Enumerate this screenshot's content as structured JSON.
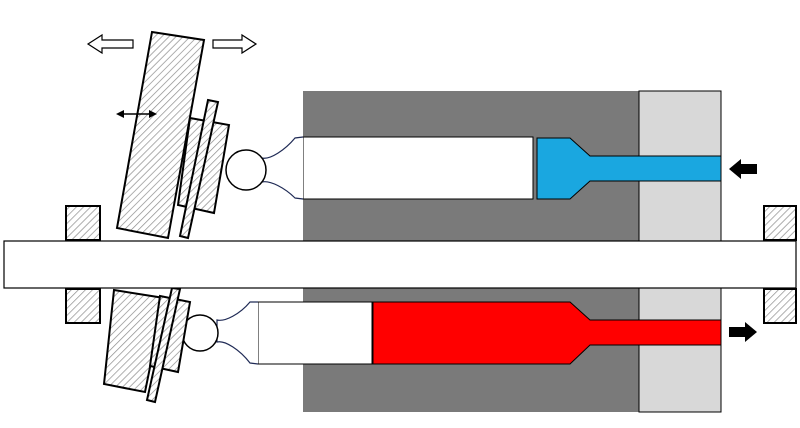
{
  "colors": {
    "background": "#ffffff",
    "cylinder_block": "#7a7a7a",
    "cylinder_cap": "#d8d8d8",
    "shaft_fill": "#ffffff",
    "hatch_bg": "#ffffff",
    "hatch_line": "#8c8c8c",
    "suction_fluid": "#1aa7e0",
    "pressure_fluid": "#ff0000",
    "outline": "#000000",
    "piston_outline": "#1f2a55",
    "arrow_outline": "#000000"
  },
  "icons": {
    "swash_tilt_arrows": "double-headed-arrow-outline",
    "swash_angle_arrow": "double-headed-arrow-thin",
    "flow_in_arrow": "solid-arrow-left",
    "flow_out_arrow": "solid-arrow-right"
  }
}
